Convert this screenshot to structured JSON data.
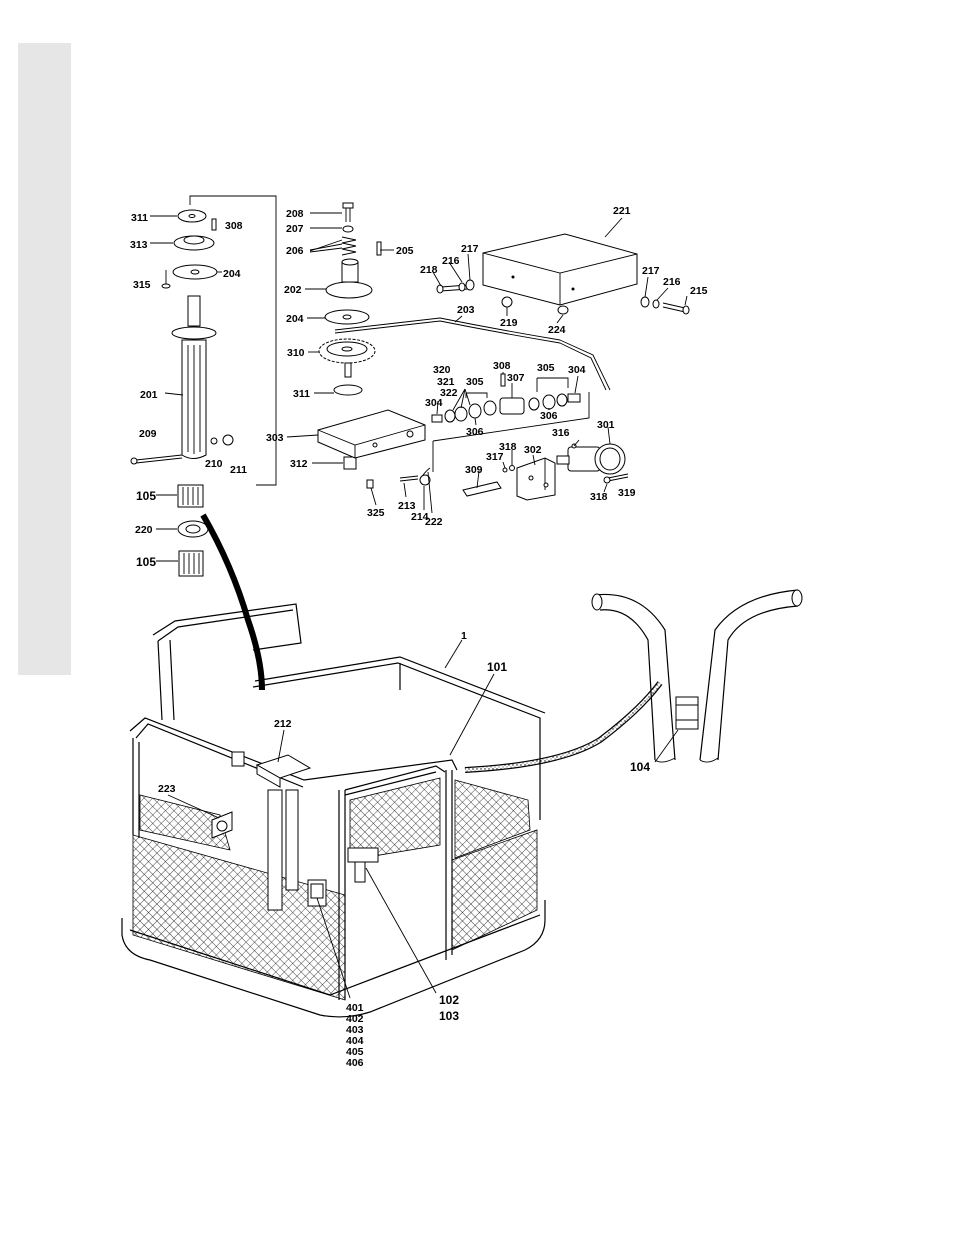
{
  "labels": {
    "l311a": "311",
    "l308a": "308",
    "l313": "313",
    "l315": "315",
    "l204a": "204",
    "l201": "201",
    "l209": "209",
    "l210": "210",
    "l211": "211",
    "l105a": "105",
    "l220": "220",
    "l105b": "105",
    "l208": "208",
    "l207": "207",
    "l206": "206",
    "l205": "205",
    "l202": "202",
    "l204b": "204",
    "l310": "310",
    "l311b": "311",
    "l303": "303",
    "l312": "312",
    "l325": "325",
    "l213": "213",
    "l214": "214",
    "l222": "222",
    "l203": "203",
    "l221": "221",
    "l217a": "217",
    "l216a": "216",
    "l218": "218",
    "l219": "219",
    "l224": "224",
    "l217b": "217",
    "l216b": "216",
    "l215": "215",
    "l320": "320",
    "l321": "321",
    "l322": "322",
    "l304a": "304",
    "l305a": "305",
    "l306a": "306",
    "l308b": "308",
    "l307": "307",
    "l305b": "305",
    "l304b": "304",
    "l306b": "306",
    "l316": "316",
    "l301": "301",
    "l318a": "318",
    "l317": "317",
    "l302": "302",
    "l309": "309",
    "l318b": "318",
    "l319": "319",
    "l1": "1",
    "l101": "101",
    "l212": "212",
    "l223": "223",
    "l104": "104",
    "l102": "102",
    "l103": "103",
    "l401": "401",
    "l402": "402",
    "l403": "403",
    "l404": "404",
    "l405": "405",
    "l406": "406"
  }
}
